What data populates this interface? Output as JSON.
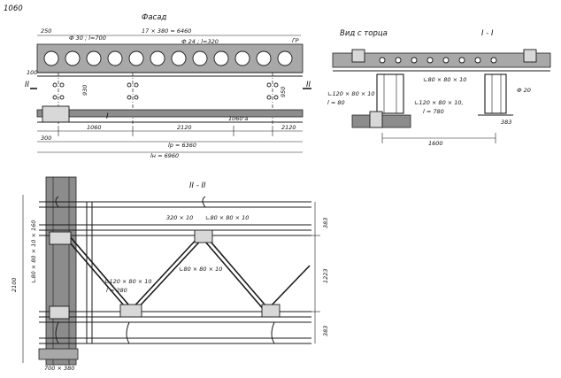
{
  "figure_number": "1060",
  "facade": {
    "title": "Фасад",
    "label_250": "250",
    "label_phi30": "Ф 30 ; l=700",
    "label_pitch": "17 × 380 = 6460",
    "label_phi24": "Ф 24 ; l=320",
    "label_gr": "ГР",
    "label_100": "100",
    "label_930": "930",
    "label_950": "950",
    "label_1060": "1060",
    "label_2120a": "2120",
    "label_1060a": "1060'а",
    "label_2120b": "2120",
    "label_300": "300",
    "label_ld": "lр = 6360",
    "label_ln": "lн = 6960",
    "section_II": "II",
    "section_I": "I"
  },
  "end_view": {
    "title": "Вид с торца",
    "section_title": "I - I",
    "label_angle_top": "∟80 × 80 × 10",
    "label_angle_left": "∟120 × 80 × 10",
    "label_l80": "l = 80",
    "label_angle_mid": "∟120 × 80 × 10,",
    "label_l780": "l = 780",
    "label_phi20": "Ф 20",
    "label_383": "383",
    "label_1600": "1600"
  },
  "section_II": {
    "title": "II - II",
    "label_320x10": "320 × 10",
    "label_angle_top": "∟80 × 80 × 10",
    "label_angle_diag": "∟80 × 80 × 10",
    "label_angle_gusset": "∟120 × 80 × 10",
    "label_l280": "l = 280",
    "label_left_angle": "∟80 × 80 × 10 × 160",
    "label_2100": "2100",
    "label_383_top": "383",
    "label_1223": "1223",
    "label_383_bot": "383",
    "label_bottom": "700 × 380"
  }
}
